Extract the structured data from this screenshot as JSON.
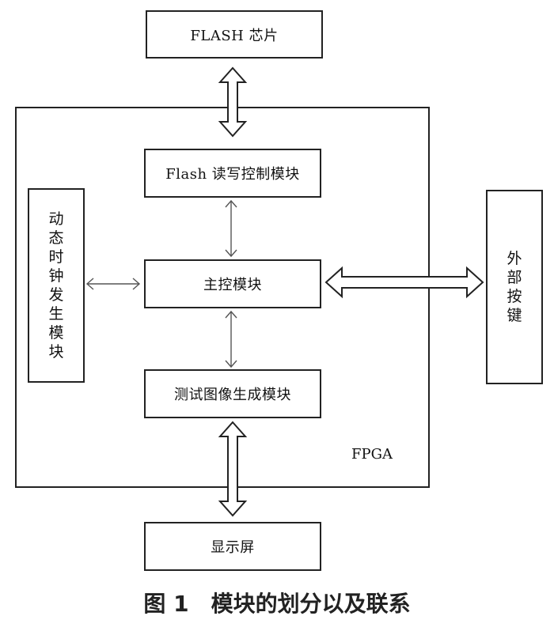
{
  "boxes": {
    "flash_chip": "FLASH 芯片",
    "flash_rw_control": "Flash 读写控制模块",
    "main_control": "主控模块",
    "dynamic_clock": "动态时钟发生模块",
    "external_keys": "外部按键",
    "test_image_gen": "测试图像生成模块",
    "display": "显示屏"
  },
  "fpga_label": "FPGA",
  "caption": "图 1　模块的划分以及联系"
}
